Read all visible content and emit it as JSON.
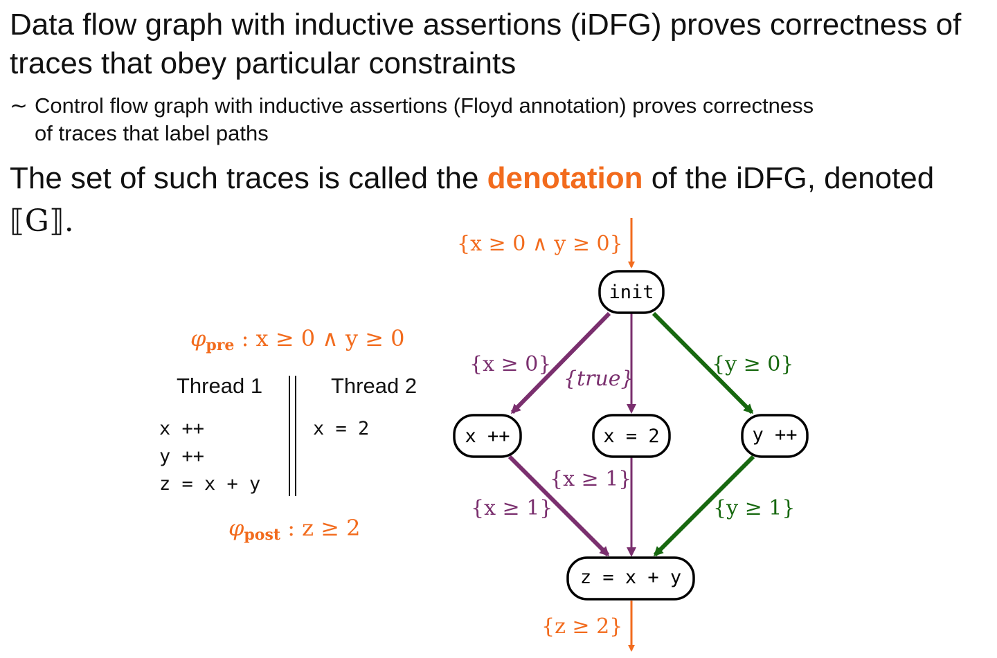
{
  "heading": {
    "line1": "Data flow graph with inductive assertions (iDFG) proves correctness of",
    "line2": "traces that obey particular constraints"
  },
  "analogy": {
    "symbol": "∼",
    "line1": "Control flow graph with inductive assertions (Floyd annotation) proves correctness",
    "line2": "of traces that label paths"
  },
  "denotation": {
    "before": "The set of such traces is called the ",
    "term": "denotation",
    "after": " of the iDFG, denoted",
    "notation": "⟦G⟧."
  },
  "program": {
    "pre": {
      "symbol": "φ",
      "subscript": "pre",
      "formula": " : x ≥ 0 ∧ y ≥ 0"
    },
    "post": {
      "symbol": "φ",
      "subscript": "post",
      "formula": " : z ≥ 2"
    },
    "thread1": {
      "title": "Thread 1",
      "lines": [
        "x ++",
        "y ++",
        "z = x + y"
      ]
    },
    "thread2": {
      "title": "Thread 2",
      "lines": [
        "x = 2"
      ]
    }
  },
  "graph": {
    "entry_assertion": "{x ≥ 0 ∧ y ≥ 0}",
    "exit_assertion": "{z ≥ 2}",
    "nodes": {
      "init": "init",
      "xinc": "x ++",
      "xassign": "x = 2",
      "yinc": "y ++",
      "zsum": "z = x + y"
    },
    "edge_labels": {
      "init_xinc": "{x ≥ 0}",
      "init_xassign": "{true}",
      "init_yinc": "{y ≥ 0}",
      "xinc_zsum": "{x ≥ 1}",
      "xassign_zsum": "{x ≥ 1}",
      "yinc_zsum": "{y ≥ 1}"
    },
    "colors": {
      "orange": "#f26b1d",
      "purple": "#7a2f6e",
      "green": "#17680f"
    }
  }
}
